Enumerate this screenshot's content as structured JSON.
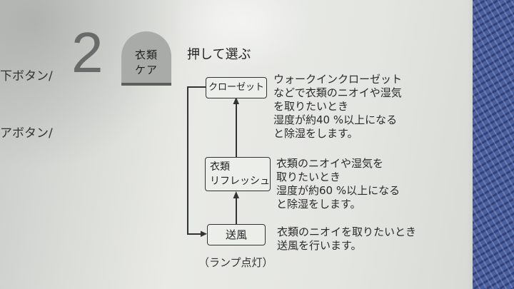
{
  "left_margin": {
    "item1": "下ボタン/",
    "item2": "アボタン/"
  },
  "step": {
    "number": "2",
    "badge_line1": "衣類",
    "badge_line2": "ケア",
    "instruction": "押して選ぶ"
  },
  "modes": [
    {
      "label": "クローゼット",
      "desc_lines": [
        "ウォークインクローゼット",
        "などで衣類のニオイや湿気",
        "を取りたいとき"
      ],
      "detail_lines": [
        "湿度が約40 %以上になる",
        "と除湿をします。"
      ]
    },
    {
      "label_lines": [
        "衣類",
        "リフレッシュ"
      ],
      "desc_lines": [
        "衣類のニオイや湿気を",
        "取りたいとき"
      ],
      "detail_lines": [
        "湿度が約60 %以上になる",
        "と除湿をします。"
      ]
    },
    {
      "label": "送風",
      "desc_lines": [
        "衣類のニオイを取りたいとき"
      ],
      "detail_lines": [
        "送風を行います。"
      ],
      "note": "（ランプ点灯）"
    }
  ]
}
